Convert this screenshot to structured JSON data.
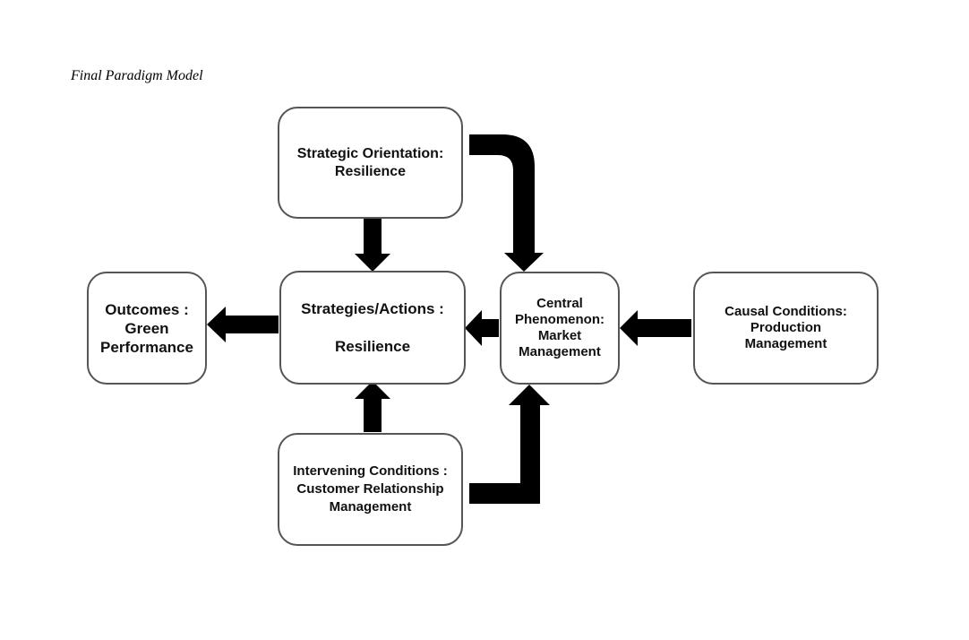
{
  "caption": "Final Paradigm Model",
  "nodes": {
    "strategic_orientation": "Strategic Orientation:\nResilience",
    "outcomes": "Outcomes :\nGreen\nPerformance",
    "strategies_actions": "Strategies/Actions :\n\nResilience",
    "central_phenomenon": "Central\nPhenomenon:\nMarket\nManagement",
    "causal_conditions": "Causal Conditions:\nProduction\nManagement",
    "intervening_conditions": "Intervening Conditions :\nCustomer Relationship\nManagement"
  },
  "colors": {
    "arrow": "#000000",
    "box_border": "#555555",
    "text": "#111111"
  }
}
